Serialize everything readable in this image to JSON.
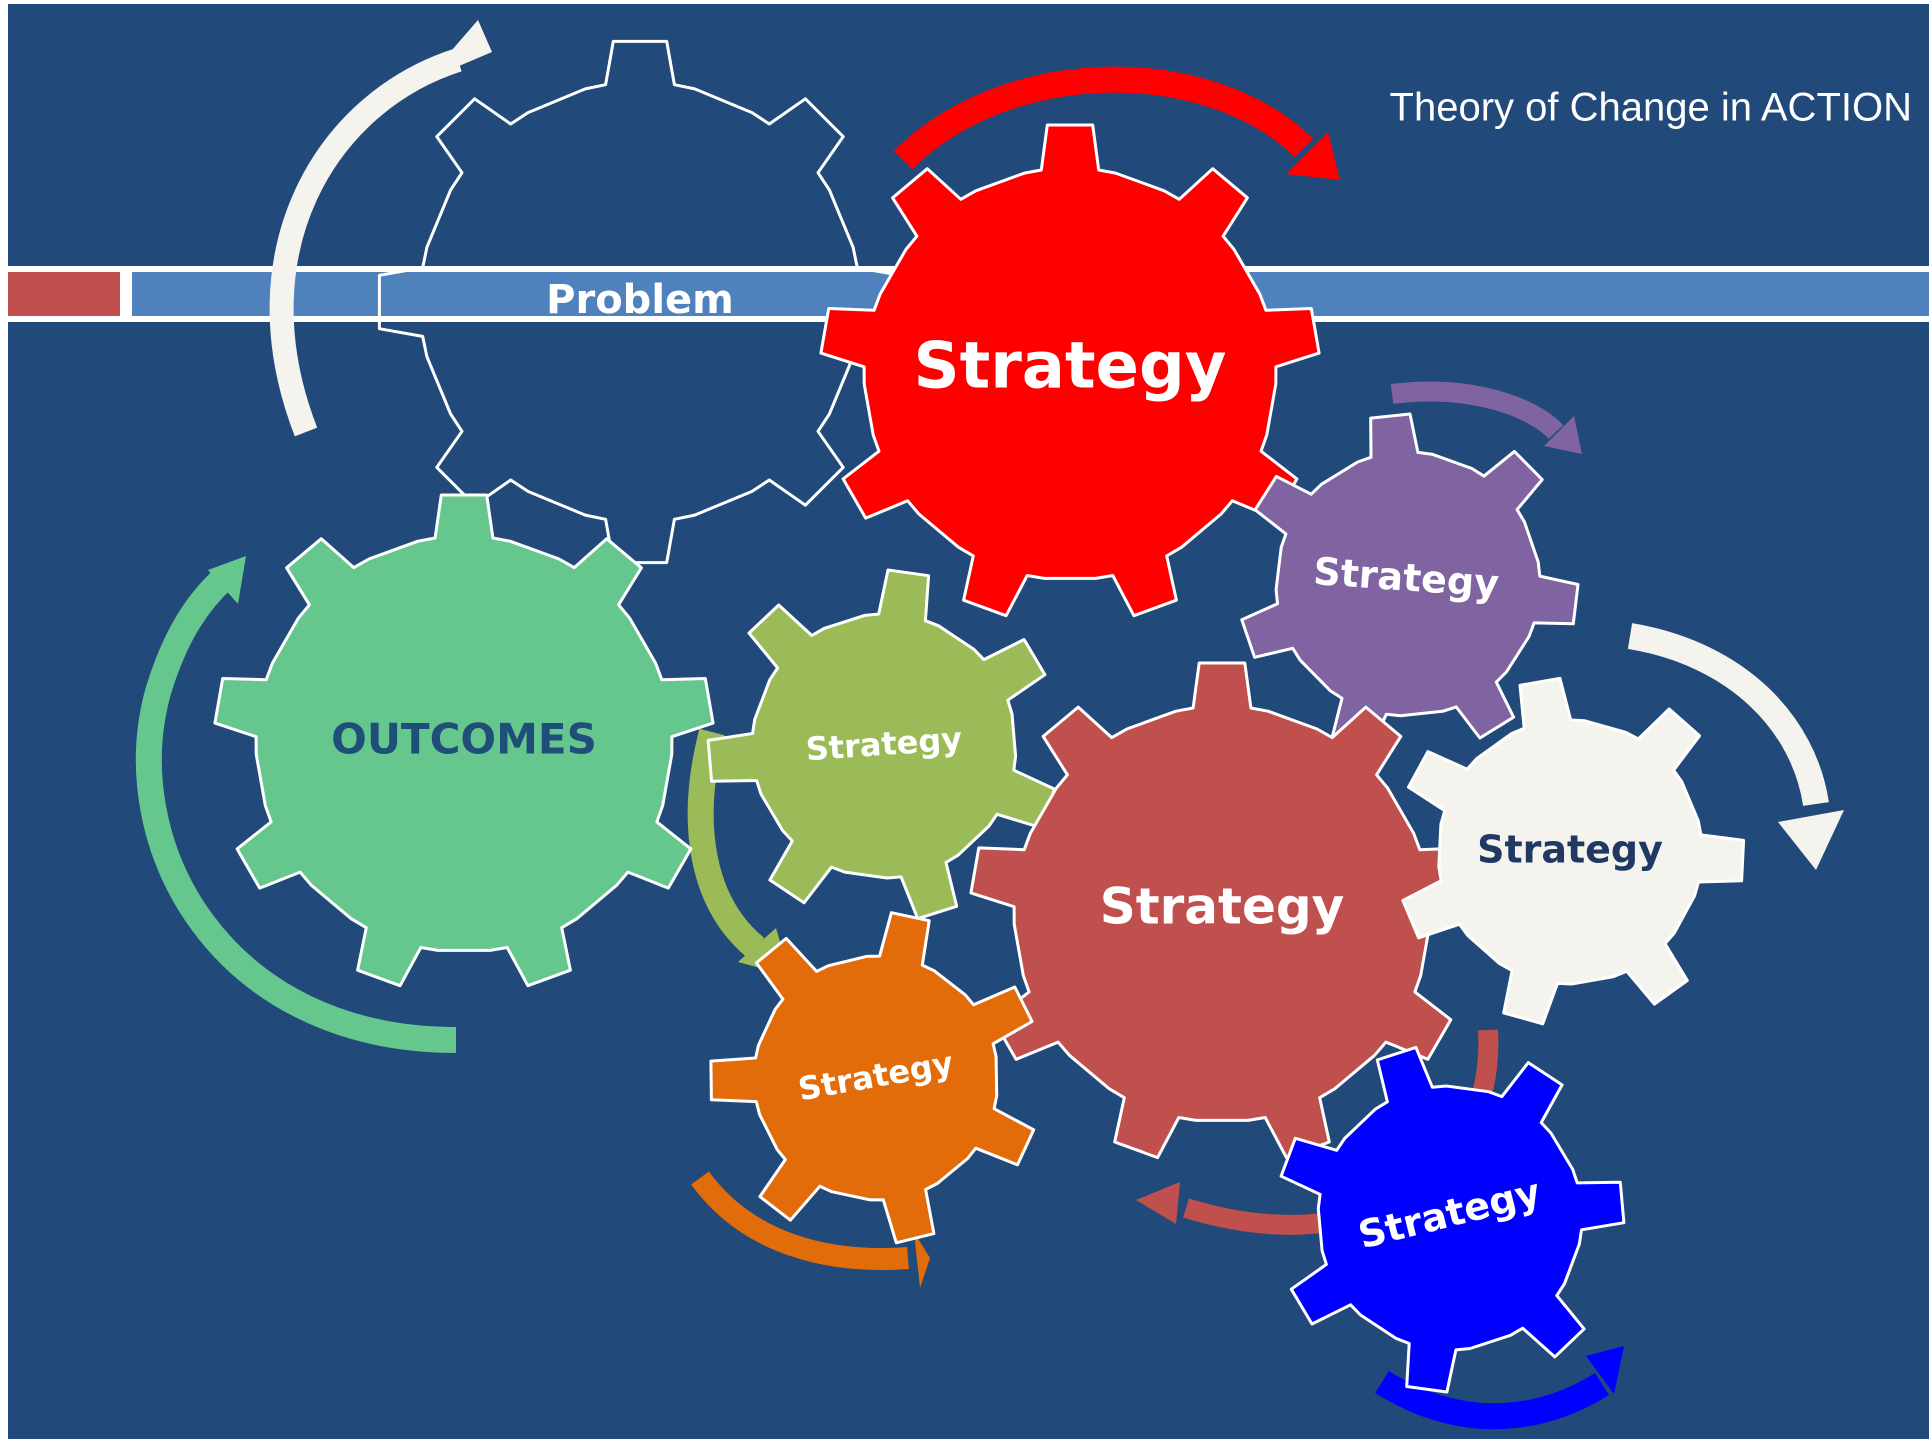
{
  "slide": {
    "title": "Theory of Change in ACTION",
    "band_label": "Problem"
  },
  "gears": [
    {
      "id": "problem",
      "label": "",
      "fill": "none",
      "stroke": "#ffffff",
      "text_color": "#ffffff"
    },
    {
      "id": "strategy-red",
      "label": "Strategy",
      "fill": "#ff0000",
      "stroke": "#ffffff",
      "text_color": "#ffffff"
    },
    {
      "id": "strategy-purple",
      "label": "Strategy",
      "fill": "#8064a2",
      "stroke": "#ffffff",
      "text_color": "#ffffff"
    },
    {
      "id": "outcomes",
      "label": "OUTCOMES",
      "fill": "#66c78e",
      "stroke": "#ffffff",
      "text_color": "#1f4e79"
    },
    {
      "id": "strategy-green",
      "label": "Strategy",
      "fill": "#9bbb59",
      "stroke": "#ffffff",
      "text_color": "#ffffff"
    },
    {
      "id": "strategy-brick",
      "label": "Strategy",
      "fill": "#c0504d",
      "stroke": "#ffffff",
      "text_color": "#ffffff"
    },
    {
      "id": "strategy-cream",
      "label": "Strategy",
      "fill": "#f5f3ed",
      "stroke": "#ffffff",
      "text_color": "#1f3864"
    },
    {
      "id": "strategy-orange",
      "label": "Strategy",
      "fill": "#e36c0a",
      "stroke": "#ffffff",
      "text_color": "#ffffff"
    },
    {
      "id": "strategy-blue",
      "label": "Strategy",
      "fill": "#0000ff",
      "stroke": "#ffffff",
      "text_color": "#ffffff"
    }
  ],
  "arrows": [
    {
      "id": "cream-top-left",
      "color": "#f5f3ed"
    },
    {
      "id": "red-top",
      "color": "#ff0000"
    },
    {
      "id": "purple-top",
      "color": "#8064a2"
    },
    {
      "id": "green-outcomes",
      "color": "#66c78e"
    },
    {
      "id": "olive-left",
      "color": "#9bbb59"
    },
    {
      "id": "cream-right",
      "color": "#f5f3ed"
    },
    {
      "id": "orange-bottom",
      "color": "#e36c0a"
    },
    {
      "id": "brick-bottom",
      "color": "#c0504d"
    },
    {
      "id": "blue-bottom",
      "color": "#0000ff"
    }
  ],
  "colors": {
    "background": "#21497a",
    "band": "#4f81bd",
    "band_accent": "#c0504d",
    "band_outline": "#ffffff"
  }
}
